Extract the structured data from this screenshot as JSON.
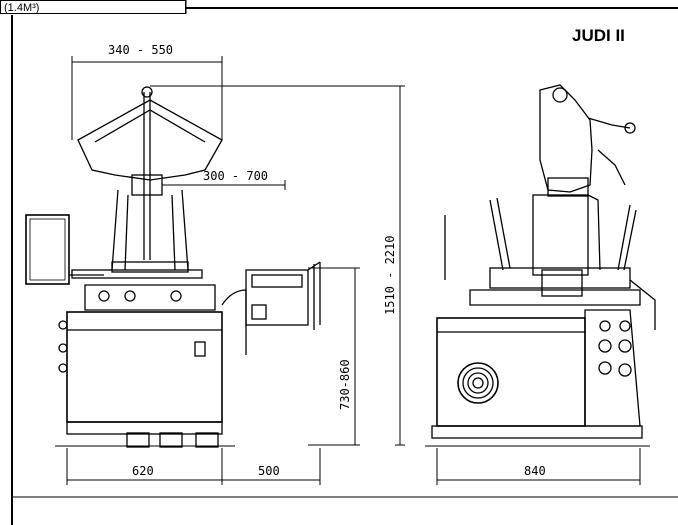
{
  "caption": "(1.4M³)",
  "title": "JUDI II",
  "dimensions": {
    "top_width": "340 - 550",
    "reach": "300 - 700",
    "total_height": "1510 - 2210",
    "table_height": "730-860",
    "base_width": "620",
    "extension": "500",
    "side_depth": "840"
  }
}
